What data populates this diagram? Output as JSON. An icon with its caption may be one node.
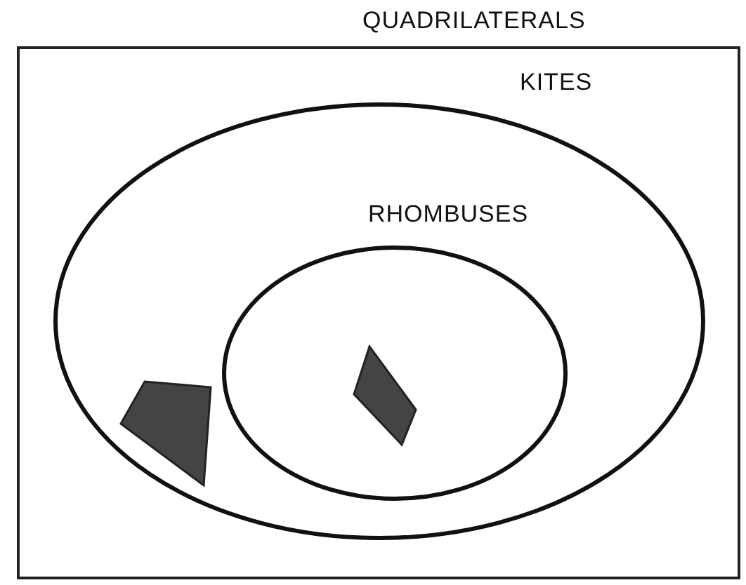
{
  "diagram": {
    "nodes": [
      {
        "text": [
          "QUADRILATERALS"
        ]
      },
      {
        "text": [
          "KITES"
        ],
        "in": 0
      },
      {
        "text": [
          "RHOMBUSES"
        ],
        "in": 1
      },
      {
        "text": [],
        "shape": "diamond",
        "in": 2
      },
      {
        "text": [],
        "shape": "kite",
        "in": 1
      }
    ]
  }
}
